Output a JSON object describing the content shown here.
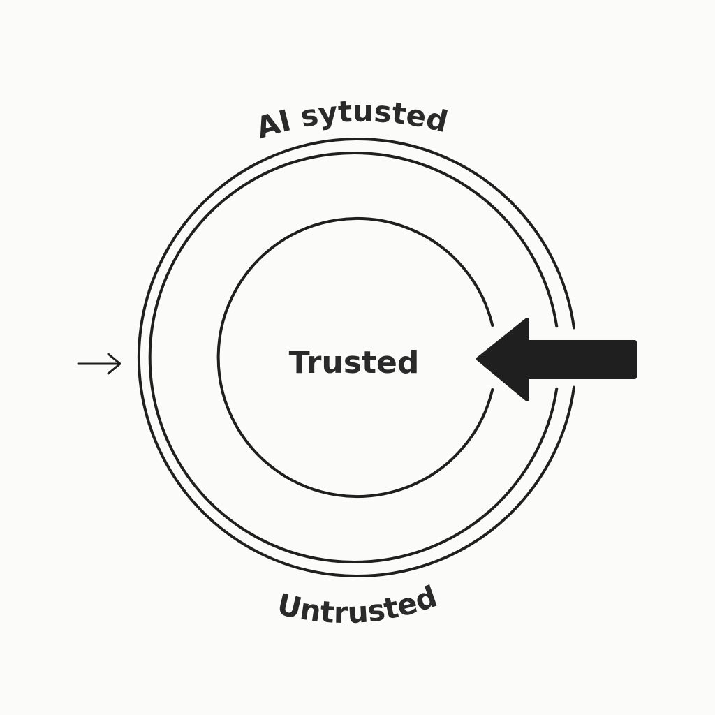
{
  "diagram": {
    "top_label": "AI sytusted",
    "center_label": "Trusted",
    "bottom_label": "Untrusted",
    "line_color": "#1f1f1f",
    "background_color": "#fbfbfa"
  },
  "icons": {
    "left_pointer": "small-right-arrow-icon",
    "right_pointer": "large-left-arrow-icon"
  }
}
